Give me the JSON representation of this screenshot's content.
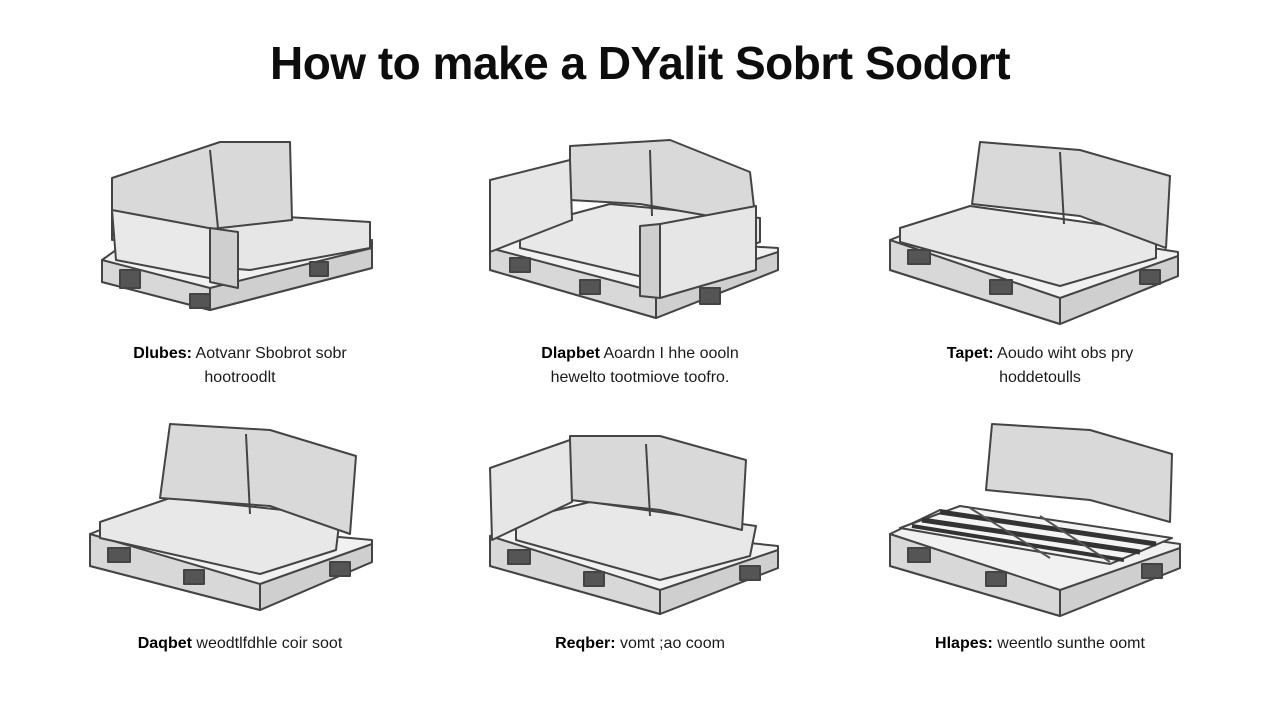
{
  "title": "How to make a DYalit Sobrt Sodort",
  "items": [
    {
      "label": "Dlubes:",
      "line1": "Aotvanr Sbobrot sobr",
      "line2": "hootroodlt"
    },
    {
      "label": "Dlapbet",
      "line1": "Aoardn I hhe oooln",
      "line2": "hewelto tootmiove toofro."
    },
    {
      "label": "Tapet:",
      "line1": "Aoudo wiht obs pry",
      "line2": "hoddetoulls"
    },
    {
      "label": "Daqbet",
      "line1": "weodtlfdhle coir soot",
      "line2": ""
    },
    {
      "label": "Reqber:",
      "line1": "vomt ;ao coom",
      "line2": ""
    },
    {
      "label": "Hlapes:",
      "line1": "weentlo sunthe oomt",
      "line2": ""
    }
  ]
}
